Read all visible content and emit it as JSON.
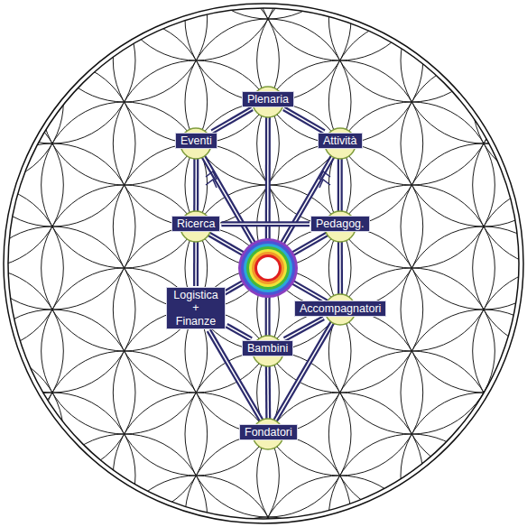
{
  "diagram": {
    "nodes": [
      {
        "text": [
          "Plenaria"
        ]
      },
      {
        "text": [
          "Eventi"
        ]
      },
      {
        "text": [
          "Attività"
        ]
      },
      {
        "text": [
          "Ricerca"
        ]
      },
      {
        "text": [
          "Pedagog."
        ]
      },
      {
        "text": [
          "Logistica + Finanze"
        ]
      },
      {
        "text": [
          "Accompagnatori"
        ]
      },
      {
        "text": [
          "Bambini"
        ]
      },
      {
        "text": [
          "Fondatori"
        ]
      }
    ],
    "edges": [
      {
        "from": 0,
        "to": 1,
        "arrow": "none"
      },
      {
        "from": 0,
        "to": 2,
        "arrow": "none"
      },
      {
        "from": 0,
        "to": 7,
        "arrow": "none"
      },
      {
        "from": 1,
        "to": 3,
        "arrow": "none"
      },
      {
        "from": 2,
        "to": 4,
        "arrow": "none"
      },
      {
        "from": 3,
        "to": 4,
        "arrow": "none"
      },
      {
        "from": 3,
        "to": 5,
        "arrow": "none"
      },
      {
        "from": 4,
        "to": 6,
        "arrow": "none"
      },
      {
        "from": 5,
        "to": 7,
        "arrow": "none"
      },
      {
        "from": 6,
        "to": 7,
        "arrow": "none"
      },
      {
        "from": 5,
        "to": 8,
        "arrow": "none"
      },
      {
        "from": 6,
        "to": 8,
        "arrow": "none"
      },
      {
        "from": 7,
        "to": 8,
        "arrow": "none"
      }
    ]
  }
}
